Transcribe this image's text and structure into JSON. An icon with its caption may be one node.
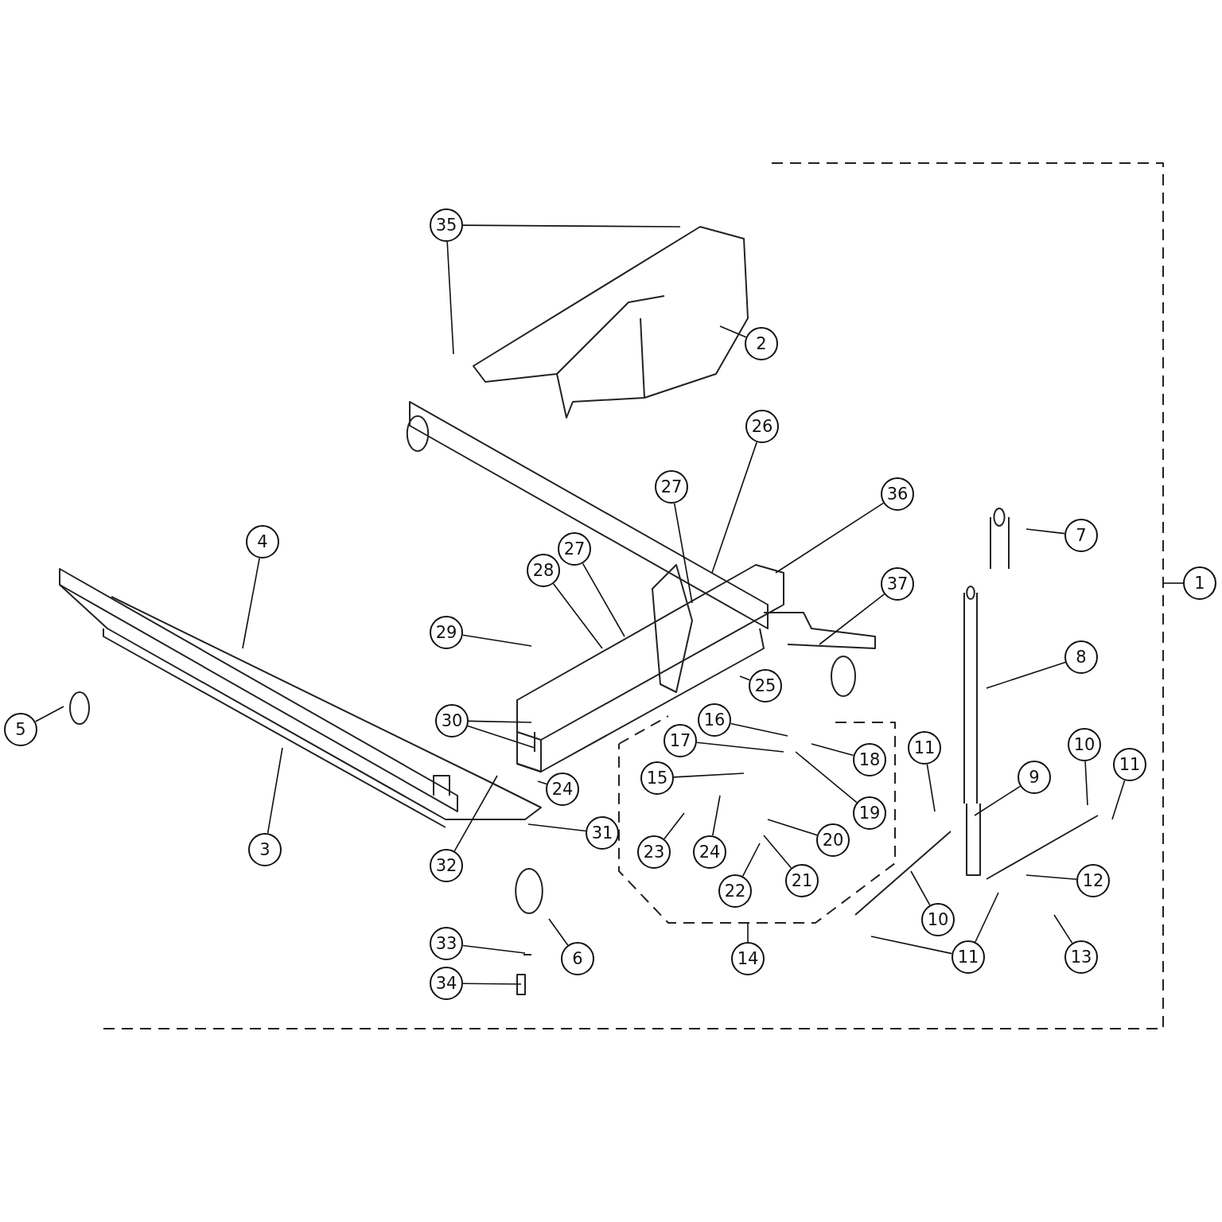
{
  "diagram": {
    "nodes": [
      {
        "text": [
          "35"
        ]
      },
      {
        "text": [
          "2"
        ]
      },
      {
        "text": [
          "26"
        ]
      },
      {
        "text": [
          "27"
        ]
      },
      {
        "text": [
          "36"
        ]
      },
      {
        "text": [
          "7"
        ]
      },
      {
        "text": [
          "4"
        ]
      },
      {
        "text": [
          "27"
        ]
      },
      {
        "text": [
          "28"
        ]
      },
      {
        "text": [
          "1"
        ]
      },
      {
        "text": [
          "37"
        ]
      },
      {
        "text": [
          "29"
        ]
      },
      {
        "text": [
          "8"
        ]
      },
      {
        "text": [
          "25"
        ]
      },
      {
        "text": [
          "16"
        ]
      },
      {
        "text": [
          "30"
        ]
      },
      {
        "text": [
          "5"
        ]
      },
      {
        "text": [
          "17"
        ]
      },
      {
        "text": [
          "10"
        ]
      },
      {
        "text": [
          "11"
        ]
      },
      {
        "text": [
          "18"
        ]
      },
      {
        "text": [
          "11"
        ]
      },
      {
        "text": [
          "9"
        ]
      },
      {
        "text": [
          "15"
        ]
      },
      {
        "text": [
          "24"
        ]
      },
      {
        "text": [
          "19"
        ]
      },
      {
        "text": [
          "31"
        ]
      },
      {
        "text": [
          "20"
        ]
      },
      {
        "text": [
          "3"
        ]
      },
      {
        "text": [
          "23"
        ]
      },
      {
        "text": [
          "24"
        ]
      },
      {
        "text": [
          "32"
        ]
      },
      {
        "text": [
          "12"
        ]
      },
      {
        "text": [
          "21"
        ]
      },
      {
        "text": [
          "22"
        ]
      },
      {
        "text": [
          "10"
        ]
      },
      {
        "text": [
          "33"
        ]
      },
      {
        "text": [
          "11"
        ]
      },
      {
        "text": [
          "13"
        ]
      },
      {
        "text": [
          "6"
        ]
      },
      {
        "text": [
          "14"
        ]
      },
      {
        "text": [
          "34"
        ]
      }
    ],
    "edges": [
      {
        "from": 0,
        "to": null,
        "arrow": "none"
      },
      {
        "from": 0,
        "to": null,
        "arrow": "none"
      },
      {
        "from": 1,
        "to": null,
        "arrow": "none"
      },
      {
        "from": 2,
        "to": null,
        "arrow": "none"
      },
      {
        "from": 3,
        "to": null,
        "arrow": "none"
      },
      {
        "from": 4,
        "to": null,
        "arrow": "none"
      },
      {
        "from": 5,
        "to": null,
        "arrow": "none"
      },
      {
        "from": 6,
        "to": null,
        "arrow": "none"
      },
      {
        "from": 7,
        "to": null,
        "arrow": "none"
      },
      {
        "from": 8,
        "to": null,
        "arrow": "none"
      },
      {
        "from": 9,
        "to": null,
        "arrow": "none"
      },
      {
        "from": 10,
        "to": null,
        "arrow": "none"
      },
      {
        "from": 11,
        "to": null,
        "arrow": "none"
      },
      {
        "from": 12,
        "to": null,
        "arrow": "none"
      },
      {
        "from": 13,
        "to": null,
        "arrow": "none"
      },
      {
        "from": 14,
        "to": null,
        "arrow": "none"
      },
      {
        "from": 15,
        "to": null,
        "arrow": "none"
      },
      {
        "from": 15,
        "to": null,
        "arrow": "none"
      },
      {
        "from": 16,
        "to": null,
        "arrow": "none"
      },
      {
        "from": 17,
        "to": null,
        "arrow": "none"
      },
      {
        "from": 18,
        "to": null,
        "arrow": "none"
      },
      {
        "from": 19,
        "to": null,
        "arrow": "none"
      },
      {
        "from": 20,
        "to": null,
        "arrow": "none"
      },
      {
        "from": 21,
        "to": null,
        "arrow": "none"
      },
      {
        "from": 22,
        "to": null,
        "arrow": "none"
      },
      {
        "from": 23,
        "to": null,
        "arrow": "none"
      },
      {
        "from": 24,
        "to": null,
        "arrow": "none"
      },
      {
        "from": 25,
        "to": null,
        "arrow": "none"
      },
      {
        "from": 26,
        "to": null,
        "arrow": "none"
      },
      {
        "from": 27,
        "to": null,
        "arrow": "none"
      },
      {
        "from": 28,
        "to": null,
        "arrow": "none"
      },
      {
        "from": 29,
        "to": null,
        "arrow": "none"
      },
      {
        "from": 30,
        "to": null,
        "arrow": "none"
      },
      {
        "from": 31,
        "to": null,
        "arrow": "none"
      },
      {
        "from": 32,
        "to": null,
        "arrow": "none"
      },
      {
        "from": 33,
        "to": null,
        "arrow": "none"
      },
      {
        "from": 34,
        "to": null,
        "arrow": "none"
      },
      {
        "from": 35,
        "to": null,
        "arrow": "none"
      },
      {
        "from": 36,
        "to": null,
        "arrow": "none"
      },
      {
        "from": 37,
        "to": null,
        "arrow": "none"
      },
      {
        "from": 37,
        "to": null,
        "arrow": "none"
      },
      {
        "from": 38,
        "to": null,
        "arrow": "none"
      },
      {
        "from": 39,
        "to": null,
        "arrow": "none"
      },
      {
        "from": 40,
        "to": null,
        "arrow": "none"
      },
      {
        "from": 41,
        "to": null,
        "arrow": "none"
      }
    ]
  }
}
